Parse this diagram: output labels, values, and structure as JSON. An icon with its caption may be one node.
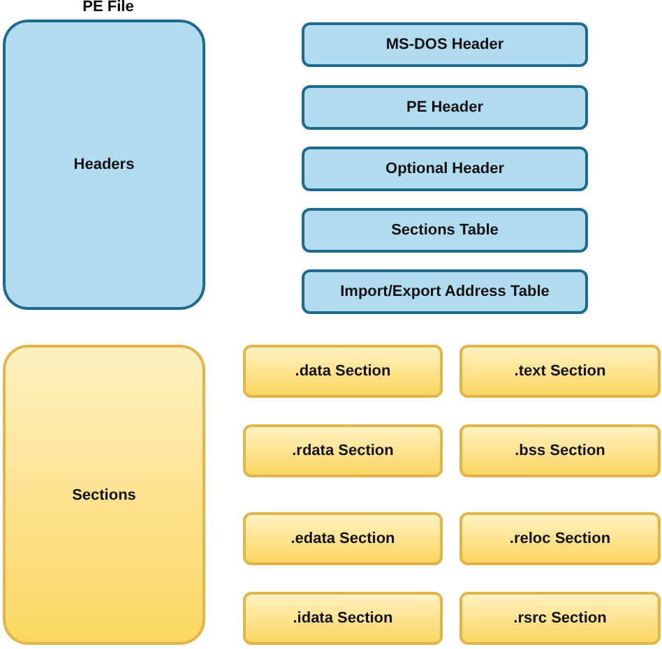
{
  "diagram": {
    "title": "PE File",
    "nodes": [
      {
        "text": [
          "Headers"
        ]
      },
      {
        "text": [
          "MS-DOS Header"
        ]
      },
      {
        "text": [
          "PE Header"
        ]
      },
      {
        "text": [
          "Optional Header"
        ]
      },
      {
        "text": [
          "Sections Table"
        ]
      },
      {
        "text": [
          "Import/Export Address Table"
        ]
      },
      {
        "text": [
          "Sections"
        ]
      },
      {
        "text": [
          ".data Section"
        ]
      },
      {
        "text": [
          ".text Section"
        ]
      },
      {
        "text": [
          ".rdata Section"
        ]
      },
      {
        "text": [
          ".bss Section"
        ]
      },
      {
        "text": [
          ".edata Section"
        ]
      },
      {
        "text": [
          ".reloc Section"
        ]
      },
      {
        "text": [
          ".idata Section"
        ]
      },
      {
        "text": [
          ".rsrc Section"
        ]
      }
    ]
  }
}
